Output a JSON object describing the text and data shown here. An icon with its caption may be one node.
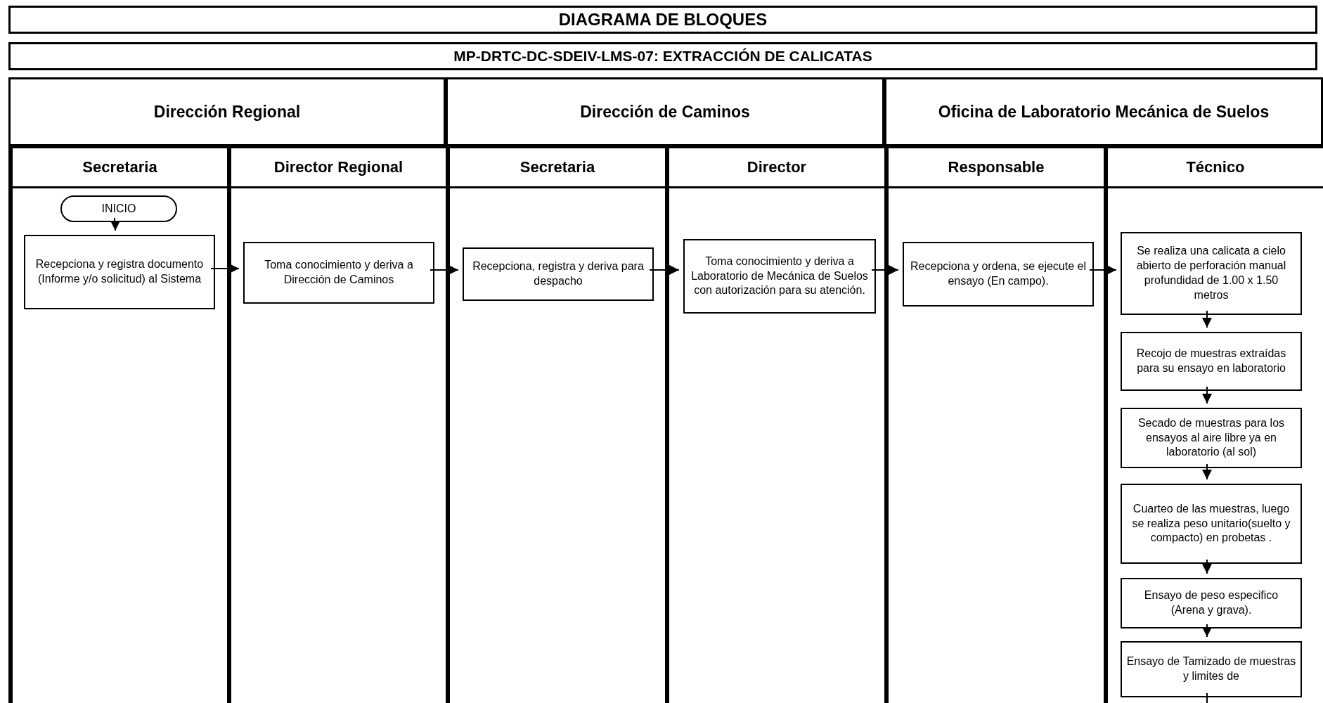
{
  "diagram": {
    "title": "DIAGRAMA DE BLOQUES",
    "nodes": [
      {
        "text": [
          "Dirección Regional"
        ]
      },
      {
        "text": [
          "Secretaria"
        ],
        "in": 0
      },
      {
        "text": [
          "INICIO"
        ],
        "in": 1
      },
      {
        "text": [
          "Recepciona y registra documento (Informe y/o solicitud) al Sistema"
        ],
        "in": 1
      },
      {
        "text": [
          "Director Regional"
        ],
        "in": 0
      },
      {
        "text": [
          "Toma conocimiento y deriva a Dirección de Caminos"
        ],
        "in": 4
      },
      {
        "text": [
          "Dirección de Caminos"
        ]
      },
      {
        "text": [
          "Secretaria"
        ],
        "in": 6
      },
      {
        "text": [
          "Recepciona, registra y deriva para despacho"
        ],
        "in": 7
      },
      {
        "text": [
          "Director"
        ],
        "in": 6
      },
      {
        "text": [
          "Toma conocimiento y deriva a Laboratorio de Mecánica de Suelos con autorización para su atención."
        ],
        "in": 9
      },
      {
        "text": [
          "Oficina de Laboratorio Mecánica de Suelos"
        ]
      },
      {
        "text": [
          "Responsable"
        ],
        "in": 11
      },
      {
        "text": [
          "Recepciona y ordena, se ejecute el ensayo (En campo)."
        ],
        "in": 12
      },
      {
        "text": [
          "Técnico"
        ],
        "in": 11
      },
      {
        "text": [
          "Se realiza una calicata a cielo abierto de perforación manual profundidad de 1.00 x 1.50 metros"
        ],
        "in": 14
      },
      {
        "text": [
          "Recojo de muestras extraídas para su ensayo en laboratorio"
        ],
        "in": 14
      },
      {
        "text": [
          "Secado de muestras para los ensayos al aire libre ya en laboratorio (al sol)"
        ],
        "in": 14
      },
      {
        "text": [
          "Cuarteo de las muestras, luego se realiza peso unitario(suelto y compacto) en probetas ."
        ],
        "in": 14
      },
      {
        "text": [
          "Ensayo de peso especifico (Arena y grava)."
        ],
        "in": 14
      },
      {
        "text": [
          "Ensayo de Tamizado de muestras y limites de"
        ],
        "in": 14
      }
    ],
    "edges": [
      {
        "from": 2,
        "to": 3,
        "arrow": "to"
      },
      {
        "from": 3,
        "to": 5,
        "arrow": "to"
      },
      {
        "from": 5,
        "to": 8,
        "arrow": "to"
      },
      {
        "from": 8,
        "to": 10,
        "arrow": "to"
      },
      {
        "from": 10,
        "to": 13,
        "arrow": "to"
      },
      {
        "from": 13,
        "to": 15,
        "arrow": "to"
      },
      {
        "from": 15,
        "to": 16,
        "arrow": "to"
      },
      {
        "from": 16,
        "to": 17,
        "arrow": "to"
      },
      {
        "from": 17,
        "to": 18,
        "arrow": "to"
      },
      {
        "from": 18,
        "to": 19,
        "arrow": "to"
      },
      {
        "from": 19,
        "to": 20,
        "arrow": "to"
      },
      {
        "from": 20,
        "to": null,
        "arrow": "none"
      }
    ],
    "labels": [
      "MP-DRTC-DC-SDEIV-LMS-07: EXTRACCIÓN DE CALICATAS"
    ]
  }
}
